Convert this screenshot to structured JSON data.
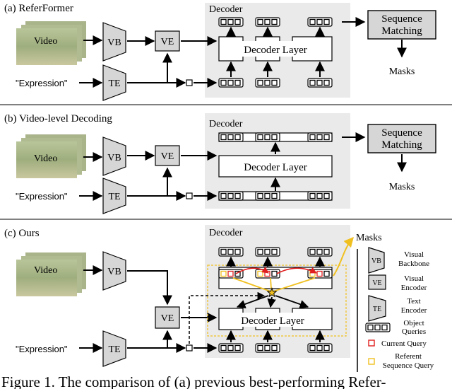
{
  "panels": {
    "a": {
      "title": "(a) ReferFormer",
      "video_label": "Video",
      "expression_label": "\"Expression\"",
      "vb": "VB",
      "te": "TE",
      "ve": "VE",
      "decoder_title": "Decoder",
      "decoder_layer": "Decoder Layer",
      "seq_line1": "Sequence",
      "seq_line2": "Matching",
      "masks": "Masks"
    },
    "b": {
      "title": "(b) Video-level Decoding",
      "video_label": "Video",
      "expression_label": "\"Expression\"",
      "vb": "VB",
      "te": "TE",
      "ve": "VE",
      "decoder_title": "Decoder",
      "decoder_layer": "Decoder Layer",
      "seq_line1": "Sequence",
      "seq_line2": "Matching",
      "masks": "Masks"
    },
    "c": {
      "title": "(c) Ours",
      "video_label": "Video",
      "expression_label": "\"Expression\"",
      "vb": "VB",
      "te": "TE",
      "ve": "VE",
      "decoder_title": "Decoder",
      "decoder_layer": "Decoder Layer",
      "masks": "Masks"
    }
  },
  "legend": {
    "vb_icon": "VB",
    "vb_line1": "Visual",
    "vb_line2": "Backbone",
    "ve_icon": "VE",
    "ve_line1": "Visual",
    "ve_line2": "Encoder",
    "te_icon": "TE",
    "te_line1": "Text",
    "te_line2": "Encoder",
    "oq_line1": "Object",
    "oq_line2": "Queries",
    "cq": "Current Query",
    "rq_line1": "Referent",
    "rq_line2": "Sequence Query"
  },
  "caption": "Figure 1. The comparison of (a) previous best-performing Refer-",
  "colors": {
    "decoder_bg": "#eaeaea",
    "box_fill": "#d6d6d6",
    "current_query": "#e02020",
    "referent_query": "#f0c020"
  }
}
